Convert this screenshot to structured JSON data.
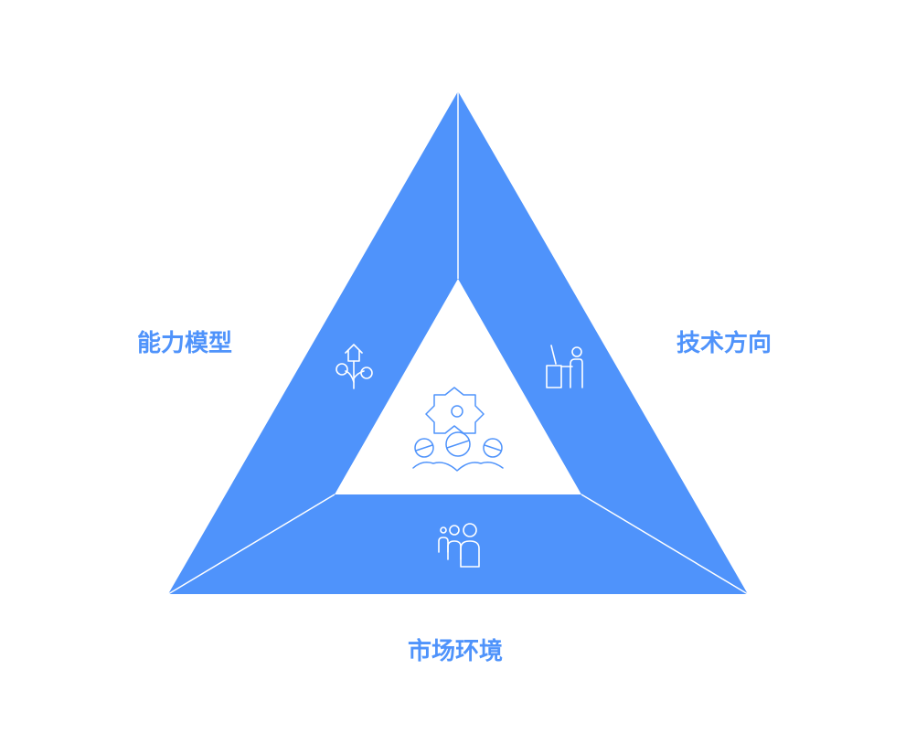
{
  "labels": {
    "left": "能力模型",
    "right": "技术方向",
    "bottom": "市场环境"
  },
  "colors": {
    "primary_fill": "#4f93fb",
    "divider": "#ffffff",
    "label_text": "#4f93fb",
    "icon_light": "#ffffff",
    "icon_center": "#4f93fb",
    "background": "#ffffff"
  },
  "icons": {
    "left_segment": "seedling-growth-icon",
    "right_segment": "teacher-at-board-icon",
    "bottom_segment": "family-group-icon",
    "center": "team-gear-icon"
  }
}
